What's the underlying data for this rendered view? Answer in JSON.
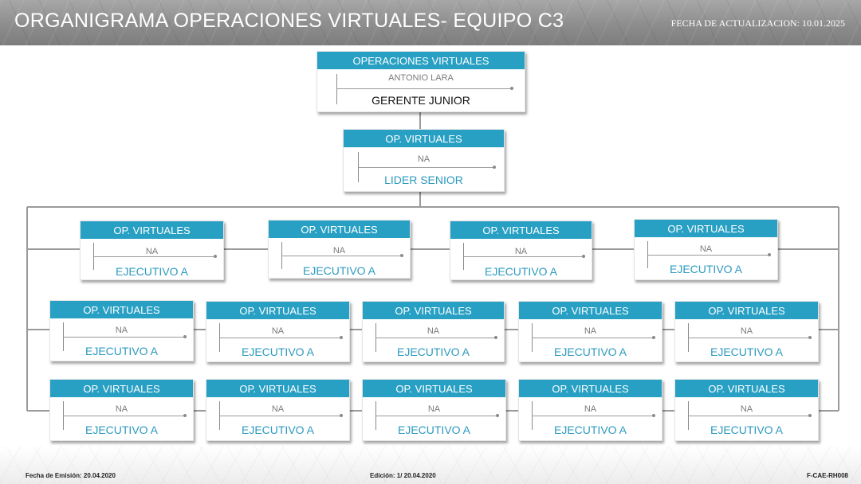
{
  "header": {
    "title": "ORGANIGRAMA OPERACIONES VIRTUALES-  EQUIPO C3",
    "update_date": "FECHA DE ACTUALIZACION:  10.01.2025"
  },
  "footer": {
    "emission": "Fecha de Emisión: 20.04.2020",
    "edition": "Edición: 1/ 20.04.2020",
    "code": "F-CAE-RH008"
  },
  "colors": {
    "header_band": "#8d8d8d",
    "card_header": "#28a0c4",
    "role_text": "#2d9ac0",
    "connector": "#9a9a9a"
  },
  "org": {
    "manager": {
      "dept": "OPERACIONES VIRTUALES",
      "name": "ANTONIO LARA",
      "role": "GERENTE JUNIOR"
    },
    "lead": {
      "dept": "OP. VIRTUALES",
      "name": "NA",
      "role": "LIDER SENIOR"
    },
    "row1": [
      {
        "dept": "OP. VIRTUALES",
        "name": "NA",
        "role": "EJECUTIVO A"
      },
      {
        "dept": "OP. VIRTUALES",
        "name": "NA",
        "role": "EJECUTIVO A"
      },
      {
        "dept": "OP. VIRTUALES",
        "name": "NA",
        "role": "EJECUTIVO A"
      },
      {
        "dept": "OP. VIRTUALES",
        "name": "NA",
        "role": "EJECUTIVO A"
      }
    ],
    "row2": [
      {
        "dept": "OP. VIRTUALES",
        "name": "NA",
        "role": "EJECUTIVO A"
      },
      {
        "dept": "OP. VIRTUALES",
        "name": "NA",
        "role": "EJECUTIVO A"
      },
      {
        "dept": "OP. VIRTUALES",
        "name": "NA",
        "role": "EJECUTIVO A"
      },
      {
        "dept": "OP. VIRTUALES",
        "name": "NA",
        "role": "EJECUTIVO A"
      },
      {
        "dept": "OP. VIRTUALES",
        "name": "NA",
        "role": "EJECUTIVO A"
      }
    ],
    "row3": [
      {
        "dept": "OP. VIRTUALES",
        "name": "NA",
        "role": "EJECUTIVO A"
      },
      {
        "dept": "OP. VIRTUALES",
        "name": "NA",
        "role": "EJECUTIVO A"
      },
      {
        "dept": "OP. VIRTUALES",
        "name": "NA",
        "role": "EJECUTIVO A"
      },
      {
        "dept": "OP. VIRTUALES",
        "name": "NA",
        "role": "EJECUTIVO A"
      },
      {
        "dept": "OP. VIRTUALES",
        "name": "NA",
        "role": "EJECUTIVO A"
      }
    ]
  }
}
